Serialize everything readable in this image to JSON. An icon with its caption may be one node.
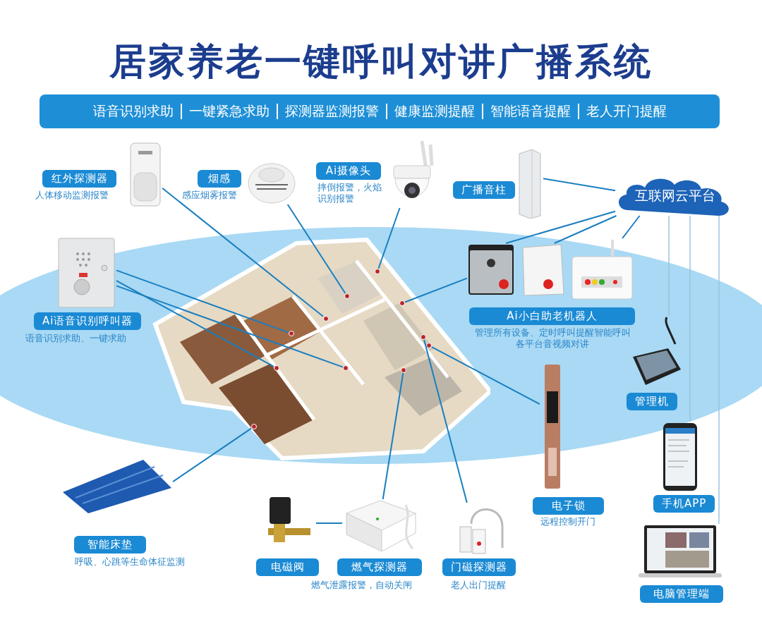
{
  "diagram": {
    "title": "居家养老一键呼叫对讲广播系统",
    "nodes": [
      {
        "text": [
          "红外探测器"
        ],
        "beside": [
          "人体移动监测报警"
        ]
      },
      {
        "text": [],
        "shape": "picture"
      },
      {
        "text": [
          "烟感"
        ],
        "beside": [
          "感应烟雾报警"
        ]
      },
      {
        "text": [],
        "shape": "picture"
      },
      {
        "text": [
          "Ai摄像头"
        ],
        "beside": [
          "摔倒报警，火焰识别报警"
        ]
      },
      {
        "text": [],
        "shape": "picture"
      },
      {
        "text": [
          "广播音柱"
        ]
      },
      {
        "text": [],
        "shape": "picture"
      },
      {
        "text": [
          "互联网云平台"
        ]
      },
      {
        "text": [],
        "shape": "picture"
      },
      {
        "text": [
          "Ai语音识别呼叫器"
        ],
        "beside": [
          "语音识别求助、一键求助"
        ]
      },
      {
        "text": [],
        "shape": "picture"
      },
      {
        "text": [],
        "shape": "circle",
        "in": 11
      },
      {
        "text": [],
        "shape": "circle",
        "in": 11
      },
      {
        "text": [],
        "shape": "circle",
        "in": 11
      },
      {
        "text": [],
        "shape": "circle",
        "in": 11
      },
      {
        "text": [],
        "shape": "circle",
        "in": 11
      },
      {
        "text": [],
        "shape": "circle",
        "in": 11
      },
      {
        "text": [],
        "shape": "circle",
        "in": 11
      },
      {
        "text": [],
        "shape": "circle",
        "in": 11
      },
      {
        "text": [],
        "shape": "circle",
        "in": 11
      },
      {
        "text": [],
        "shape": "circle",
        "in": 11
      },
      {
        "text": [],
        "shape": "circle",
        "in": 11
      },
      {
        "text": [],
        "shape": "picture"
      },
      {
        "text": [],
        "shape": "picture"
      },
      {
        "text": [],
        "shape": "picture"
      },
      {
        "text": [
          "Ai小白助老机器人"
        ],
        "beside": [
          "管理所有设备、定时呼叫提醒智能呼叫各平台音视频对讲"
        ]
      },
      {
        "text": [],
        "shape": "picture"
      },
      {
        "text": [
          "管理机"
        ]
      },
      {
        "text": [],
        "shape": "picture"
      },
      {
        "text": [
          "手机APP"
        ]
      },
      {
        "text": [],
        "shape": "picture"
      },
      {
        "text": [
          "电子锁"
        ],
        "beside": [
          "远程控制开门"
        ]
      },
      {
        "text": [],
        "shape": "picture"
      },
      {
        "text": [
          "智能床垫"
        ],
        "beside": [
          "呼吸、心跳等生命体征监测"
        ]
      },
      {
        "text": [],
        "shape": "picture"
      },
      {
        "text": [],
        "shape": "picture"
      },
      {
        "text": [
          "电磁阀"
        ]
      },
      {
        "text": [
          "燃气探测器"
        ],
        "beside": [
          "燃气泄露报警，自动关闸"
        ]
      },
      {
        "text": [],
        "shape": "picture"
      },
      {
        "text": [
          "门磁探测器"
        ],
        "beside": [
          "老人出门提醒"
        ]
      },
      {
        "text": [],
        "shape": "picture"
      },
      {
        "text": [
          "电脑管理端"
        ]
      }
    ],
    "edges": [
      {
        "from": 1,
        "to": 15,
        "arrow": "none"
      },
      {
        "from": 3,
        "to": 13,
        "arrow": "none"
      },
      {
        "from": 5,
        "to": 12,
        "arrow": "none"
      },
      {
        "from": 7,
        "to": 8,
        "arrow": "none"
      },
      {
        "from": 8,
        "to": 23,
        "arrow": "none"
      },
      {
        "from": 8,
        "to": 24,
        "arrow": "none"
      },
      {
        "from": 8,
        "to": 25,
        "arrow": "none"
      },
      {
        "from": 9,
        "to": 16,
        "arrow": "none"
      },
      {
        "from": 9,
        "to": 19,
        "arrow": "none"
      },
      {
        "from": 9,
        "to": 20,
        "arrow": "none"
      },
      {
        "from": 14,
        "to": 23,
        "arrow": "none"
      },
      {
        "from": 18,
        "to": 31,
        "arrow": "none"
      },
      {
        "from": 8,
        "to": 27,
        "arrow": "none",
        "color": "#9cc3e0"
      },
      {
        "from": 8,
        "to": 29,
        "arrow": "none",
        "color": "#9cc3e0"
      },
      {
        "from": 8,
        "to": 41,
        "arrow": "none",
        "color": "#9cc3e0"
      },
      {
        "from": 33,
        "to": 22,
        "arrow": "none"
      },
      {
        "from": 35,
        "to": 36,
        "arrow": "none"
      },
      {
        "from": 36,
        "to": 21,
        "arrow": "none"
      },
      {
        "from": 39,
        "to": 17,
        "arrow": "none"
      }
    ],
    "labels": [
      "语音识别求助",
      "一键紧急求助",
      "探测器监测报警",
      "健康监测提醒",
      "智能语音提醒",
      "老人开门提醒"
    ]
  }
}
